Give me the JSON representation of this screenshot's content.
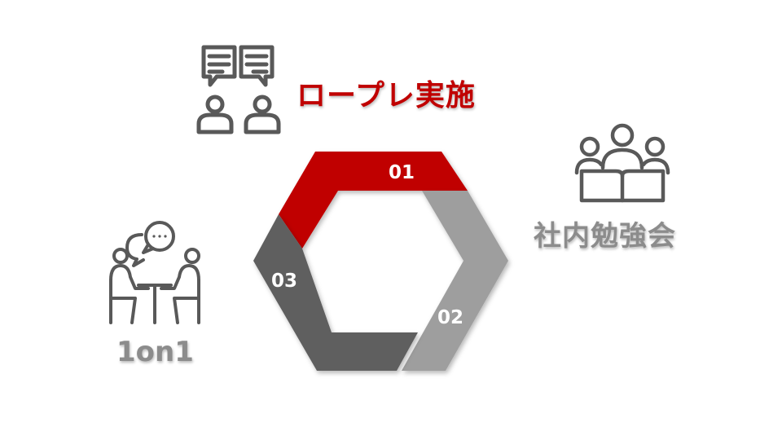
{
  "colors": {
    "accent": "#c00000",
    "segment_01": "#c00000",
    "segment_02": "#9e9e9e",
    "segment_03": "#5e5e5e",
    "label_gray": "#8c8c8c",
    "icon_gray": "#595959"
  },
  "segments": [
    {
      "number": "01",
      "label": "ロープレ実施",
      "icon": "dialogue-people-icon"
    },
    {
      "number": "02",
      "label": "社内勉強会",
      "icon": "study-group-icon"
    },
    {
      "number": "03",
      "label": "1on1",
      "icon": "one-on-one-meeting-icon"
    }
  ]
}
